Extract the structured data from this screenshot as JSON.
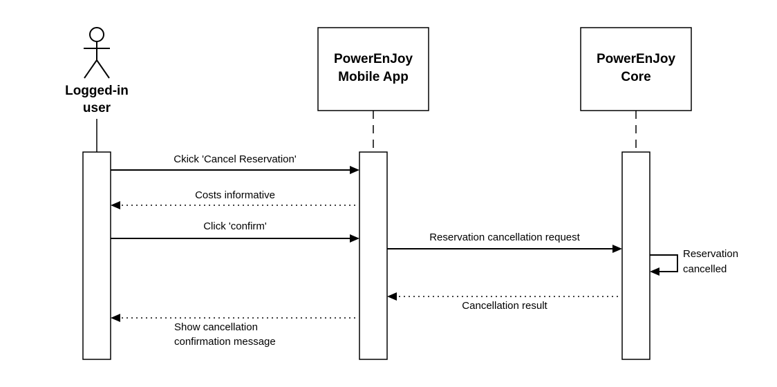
{
  "participants": {
    "user": {
      "line1": "Logged-in",
      "line2": "user"
    },
    "app": {
      "line1": "PowerEnJoy",
      "line2": "Mobile App"
    },
    "core": {
      "line1": "PowerEnJoy",
      "line2": "Core"
    }
  },
  "messages": {
    "m1": {
      "text": "Ckick 'Cancel Reservation'"
    },
    "m2": {
      "text": "Costs informative"
    },
    "m3": {
      "text": "Click 'confirm'"
    },
    "m4": {
      "text": "Reservation cancellation request"
    },
    "m5": {
      "line1": "Reservation",
      "line2": "cancelled"
    },
    "m6": {
      "text": "Cancellation result"
    },
    "m7": {
      "line1": "Show cancellation",
      "line2": "confirmation message"
    }
  }
}
